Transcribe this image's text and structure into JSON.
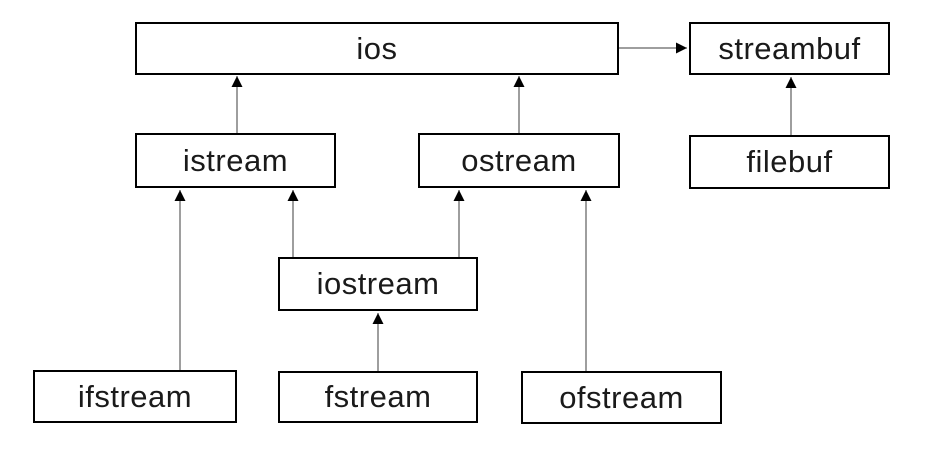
{
  "diagram": {
    "background_color": "#ffffff",
    "box_border_color": "#000000",
    "text_color": "#1a1a1a",
    "line_color": "#3c3c3c",
    "arrowhead_color": "#000000",
    "nodes": [
      {
        "id": "ios",
        "label": "ios"
      },
      {
        "id": "streambuf",
        "label": "streambuf"
      },
      {
        "id": "istream",
        "label": "istream"
      },
      {
        "id": "ostream",
        "label": "ostream"
      },
      {
        "id": "filebuf",
        "label": "filebuf"
      },
      {
        "id": "iostream",
        "label": "iostream"
      },
      {
        "id": "ifstream",
        "label": "ifstream"
      },
      {
        "id": "fstream",
        "label": "fstream"
      },
      {
        "id": "ofstream",
        "label": "ofstream"
      }
    ],
    "edges": [
      {
        "from": "istream",
        "to": "ios",
        "direction": "up"
      },
      {
        "from": "ostream",
        "to": "ios",
        "direction": "up"
      },
      {
        "from": "ios",
        "to": "streambuf",
        "direction": "right"
      },
      {
        "from": "filebuf",
        "to": "streambuf",
        "direction": "up"
      },
      {
        "from": "ifstream",
        "to": "istream",
        "direction": "up"
      },
      {
        "from": "iostream",
        "to": "istream",
        "direction": "up"
      },
      {
        "from": "iostream",
        "to": "ostream",
        "direction": "up"
      },
      {
        "from": "fstream",
        "to": "iostream",
        "direction": "up"
      },
      {
        "from": "ofstream",
        "to": "ostream",
        "direction": "up"
      }
    ]
  }
}
